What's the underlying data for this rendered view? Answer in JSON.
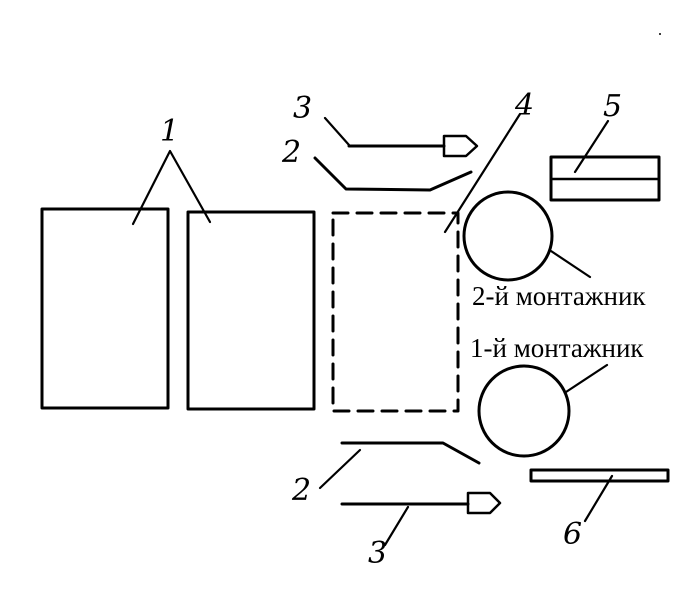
{
  "diagram": {
    "labels": {
      "element_1": "1",
      "element_2_top": "2",
      "element_2_bottom": "2",
      "element_3_top": "3",
      "element_3_bottom": "3",
      "element_4": "4",
      "element_5": "5",
      "element_6": "6",
      "worker_2": "2-й монтажник",
      "worker_1": "1-й монтажник"
    }
  }
}
